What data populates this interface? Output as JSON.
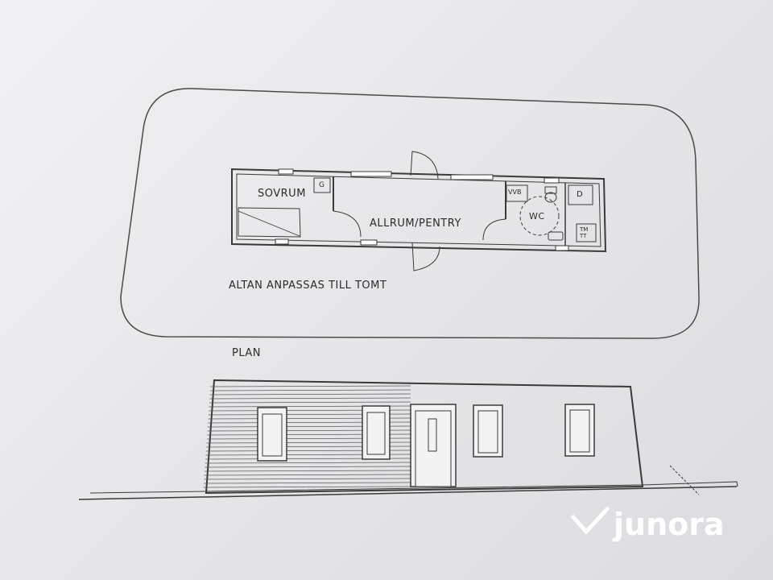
{
  "floor_plan": {
    "rooms": {
      "sovrum": "SOVRUM",
      "allrum": "ALLRUM/PENTRY",
      "wc": "WC"
    },
    "symbols": {
      "g": "G",
      "vvb": "VVB",
      "d": "D",
      "tm_line1": "TM",
      "tm_line2": "TT"
    },
    "notes": {
      "altan": "ALTAN ANPASSAS TILL TOMT",
      "plan": "PLAN"
    }
  },
  "watermark": {
    "brand": "junora",
    "icon": "checkmark-icon",
    "color": "#ffffff"
  },
  "colors": {
    "paper": "#ececef",
    "ink": "#3a3a3a"
  }
}
